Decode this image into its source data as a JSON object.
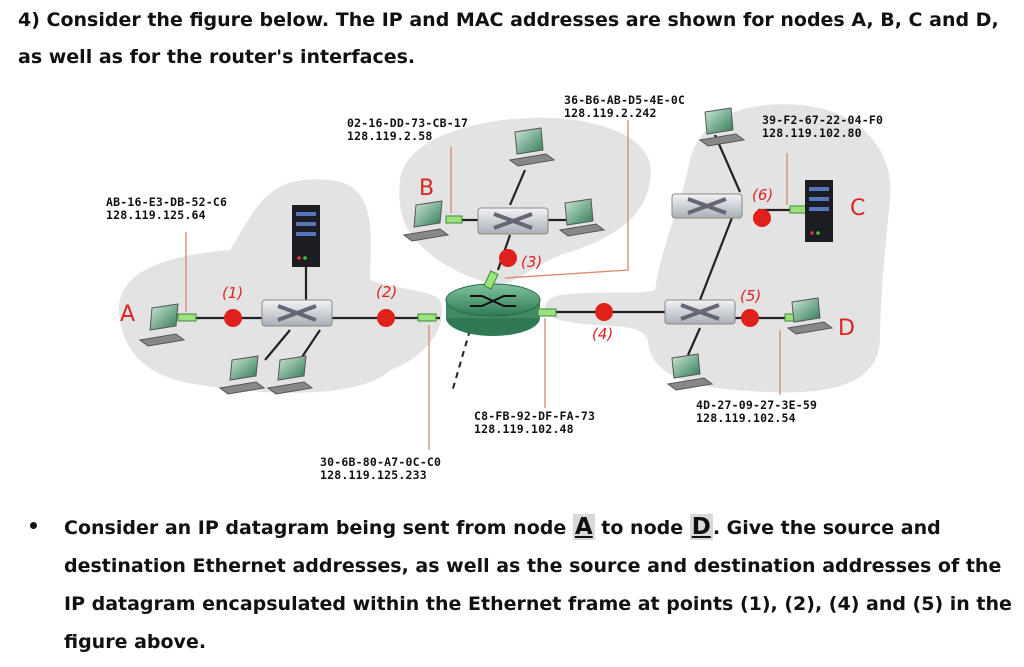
{
  "question": {
    "header": "4) Consider the figure below. The IP and MAC addresses are shown for nodes A, B, C and D, as well as for the router's interfaces."
  },
  "figure": {
    "nodes": {
      "A": {
        "label": "A",
        "mac": "AB-16-E3-DB-52-C6",
        "ip": "128.119.125.64"
      },
      "B": {
        "label": "B",
        "mac": "02-16-DD-73-CB-17",
        "ip": "128.119.2.58"
      },
      "C": {
        "label": "C",
        "mac": "39-F2-67-22-04-F0",
        "ip": "128.119.102.80"
      },
      "D": {
        "label": "D",
        "mac": "4D-27-09-27-3E-59",
        "ip": "128.119.102.54"
      }
    },
    "router_interfaces": {
      "left": {
        "mac": "30-6B-80-A7-0C-C0",
        "ip": "128.119.125.233"
      },
      "top": {
        "mac": "36-B6-AB-D5-4E-0C",
        "ip": "128.119.2.242"
      },
      "right": {
        "mac": "C8-FB-92-DF-FA-73",
        "ip": "128.119.102.48"
      }
    },
    "points": [
      "(1)",
      "(2)",
      "(3)",
      "(4)",
      "(5)",
      "(6)"
    ],
    "colors": {
      "point": "#e0201a",
      "label": "#d22222",
      "subnet": "#e3e3e3",
      "router": "#3f8a62",
      "link": "#222222",
      "callout": "#d9896a",
      "interface": "#9be27a"
    }
  },
  "task": {
    "pre": "Consider an IP datagram being sent from node ",
    "from": "A",
    "mid": " to node ",
    "to": "D",
    "post": ". Give the source and destination Ethernet addresses, as well as the source and destination addresses of the IP datagram encapsulated within the Ethernet frame at points (1), (2), (4) and (5) in the figure above."
  }
}
